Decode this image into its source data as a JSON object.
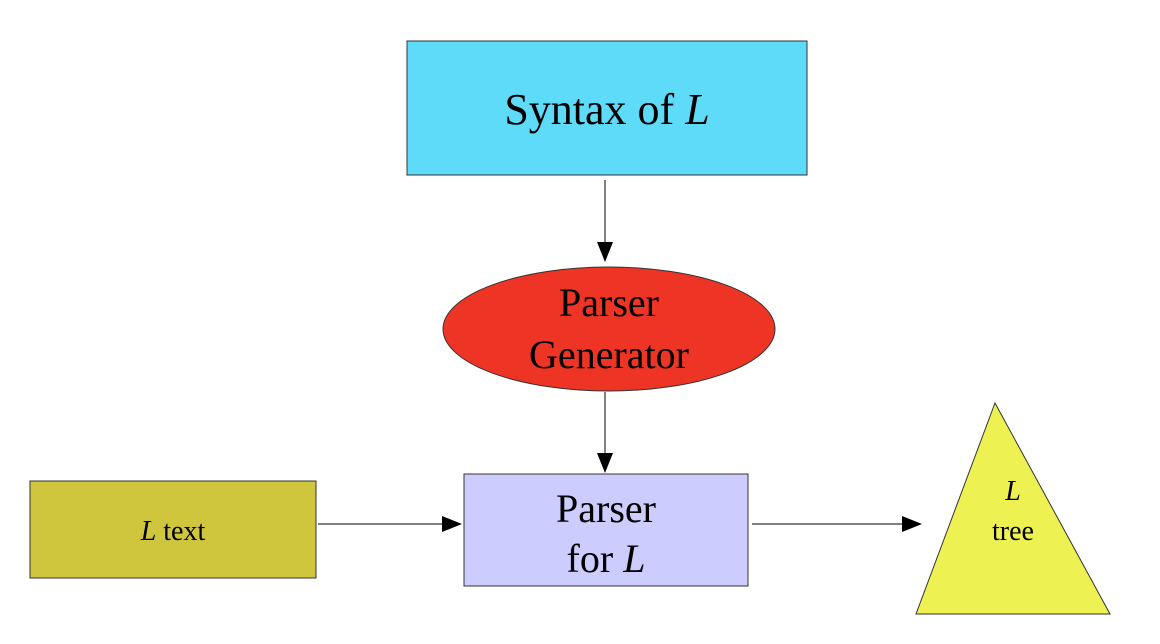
{
  "nodes": {
    "syntax": {
      "text": "Syntax of ",
      "var": "L",
      "color": "#5fdbfa"
    },
    "generator": {
      "line1": "Parser",
      "line2": "Generator",
      "color": "#ee3424"
    },
    "parser": {
      "line1": "Parser",
      "line2_text": "for ",
      "line2_var": "L",
      "color": "#ccccff"
    },
    "input": {
      "var": "L",
      "text": " text",
      "color": "#cfc63e"
    },
    "tree": {
      "var": "L",
      "text": "tree",
      "color": "#eef152"
    }
  }
}
